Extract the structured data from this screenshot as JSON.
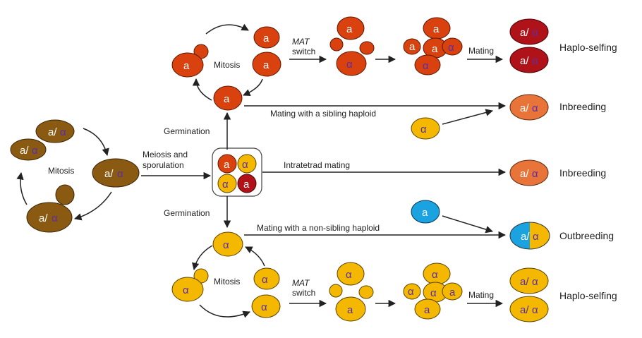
{
  "colors": {
    "diploid": "#8b5a12",
    "haploid_a": "#d9420f",
    "haploid_alpha": "#f5b800",
    "red_diploid": "#b0121a",
    "orange_diploid": "#e8743a",
    "blue": "#1aa3e0",
    "alpha_glyph": "#5b2ea6"
  },
  "glyphs": {
    "a": "a",
    "alpha": "α",
    "a_slash": "a/",
    "alpha_sym": "α"
  },
  "labels": {
    "mitosis_top": "Mitosis",
    "mitosis_left": "Mitosis",
    "mitosis_bottom": "Mitosis",
    "mat_top_1": "MAT",
    "mat_top_2": "switch",
    "mat_bottom_1": "MAT",
    "mat_bottom_2": "switch",
    "mating_top": "Mating",
    "mating_bottom": "Mating",
    "germination_top": "Germination",
    "germination_bottom": "Germination",
    "meiosis_1": "Meiosis and",
    "meiosis_2": "sporulation",
    "mating_sibling": "Mating with a sibling haploid",
    "intratetrad": "Intratetrad mating",
    "mating_nonsibling": "Mating with a non-sibling haploid"
  },
  "outcomes": {
    "haplo_selfing_top": "Haplo-selfing",
    "inbreeding_1": "Inbreeding",
    "inbreeding_2": "Inbreeding",
    "outbreeding": "Outbreeding",
    "haplo_selfing_bottom": "Haplo-selfing"
  }
}
